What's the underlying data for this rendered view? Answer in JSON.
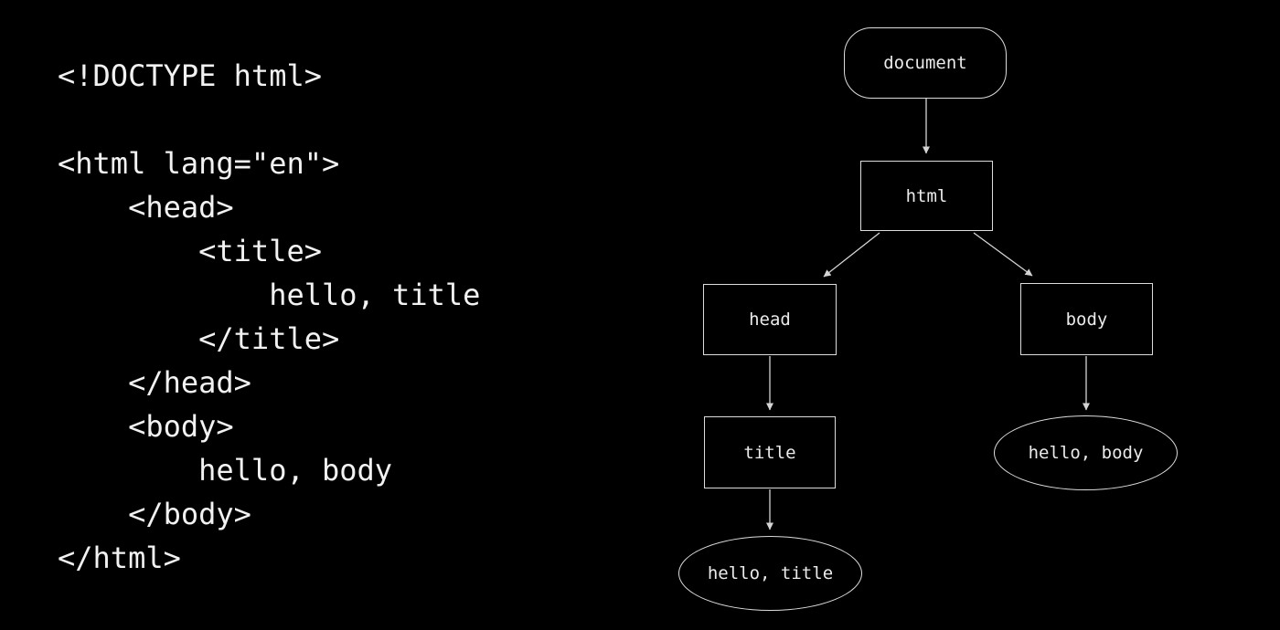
{
  "page": {
    "background": "#000000",
    "code_text_color": "#f2f2f2",
    "diagram_stroke_color": "#dcdcdc",
    "diagram_label_color": "#eaeaea"
  },
  "code": {
    "lines": [
      "<!DOCTYPE html>",
      "",
      "<html lang=\"en\">",
      "    <head>",
      "        <title>",
      "            hello, title",
      "        </title>",
      "    </head>",
      "    <body>",
      "        hello, body",
      "    </body>",
      "</html>"
    ]
  },
  "diagram": {
    "nodes": [
      {
        "id": "document",
        "label": "document",
        "shape": "rounded-rect"
      },
      {
        "id": "html",
        "label": "html",
        "shape": "rect"
      },
      {
        "id": "head",
        "label": "head",
        "shape": "rect"
      },
      {
        "id": "body",
        "label": "body",
        "shape": "rect"
      },
      {
        "id": "title",
        "label": "title",
        "shape": "rect"
      },
      {
        "id": "hello-title",
        "label": "hello, title",
        "shape": "ellipse"
      },
      {
        "id": "hello-body",
        "label": "hello, body",
        "shape": "ellipse"
      }
    ],
    "edges": [
      {
        "from": "document",
        "to": "html"
      },
      {
        "from": "html",
        "to": "head"
      },
      {
        "from": "html",
        "to": "body"
      },
      {
        "from": "head",
        "to": "title"
      },
      {
        "from": "title",
        "to": "hello-title"
      },
      {
        "from": "body",
        "to": "hello-body"
      }
    ]
  }
}
